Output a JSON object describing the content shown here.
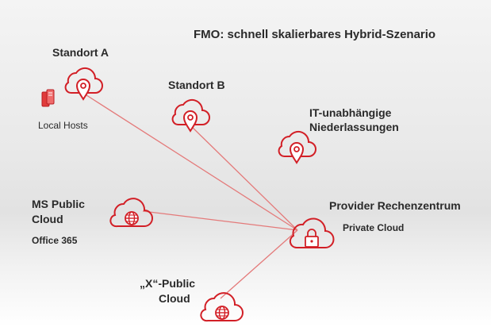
{
  "title": "FMO: schnell skalierbares Hybrid-Szenario",
  "nodes": {
    "standort_a": {
      "label": "Standort A",
      "icon": "cloud-location-icon",
      "sub": "Local Hosts",
      "sub_icon": "server-icon"
    },
    "standort_b": {
      "label": "Standort B",
      "icon": "cloud-location-icon"
    },
    "it_unabhaengig": {
      "label_line1": "IT-unabhängige",
      "label_line2": "Niederlassungen",
      "icon": "cloud-location-icon"
    },
    "ms_public": {
      "label_line1": "MS Public",
      "label_line2": "Cloud",
      "sub": "Office 365",
      "icon": "cloud-globe-icon"
    },
    "provider": {
      "label": "Provider Rechenzentrum",
      "sub": "Private Cloud",
      "icon": "cloud-lock-icon"
    },
    "x_public": {
      "label_line1": "„X“-Public",
      "label_line2": "Cloud",
      "icon": "cloud-globe-icon"
    }
  },
  "colors": {
    "accent": "#d21f26",
    "line": "#e47a7a",
    "text": "#2a2a2a"
  }
}
